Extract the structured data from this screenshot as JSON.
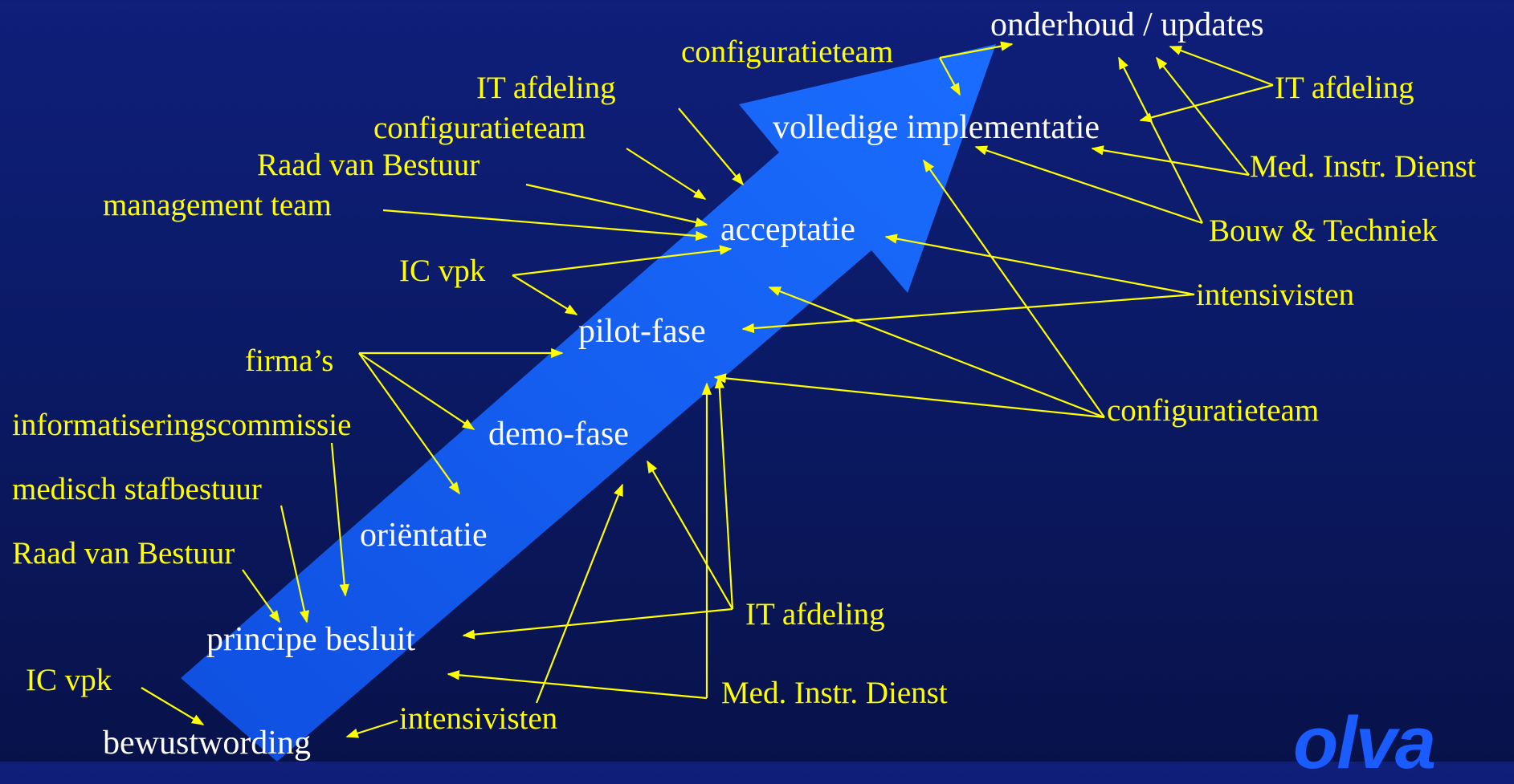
{
  "colors": {
    "arrow": "#1464ff",
    "arrow_gradient_end": "#2a7dff",
    "phase_text": "#ffffff",
    "actor_text": "#ffff00",
    "connector": "#ffff00",
    "background_top": "#0f1f7a",
    "background_bottom": "#08124a",
    "logo": "#1a5cff"
  },
  "phases": {
    "onderhoud": "onderhoud / updates",
    "volledige": "volledige implementatie",
    "acceptatie": "acceptatie",
    "pilot": "pilot-fase",
    "demo": "demo-fase",
    "orientatie": "oriëntatie",
    "principe": "principe besluit",
    "bewustwording": "bewustwording"
  },
  "actors": {
    "configuratieteam_top": "configuratieteam",
    "it_afdeling_upper_left": "IT afdeling",
    "configuratieteam_left": "configuratieteam",
    "raad_van_bestuur_upper": "Raad van Bestuur",
    "management_team": "management team",
    "ic_vpk_mid": "IC vpk",
    "firmas": "firma’s",
    "informatiseringscommissie": "informatiseringscommissie",
    "medisch_stafbestuur": "medisch stafbestuur",
    "raad_van_bestuur_lower": "Raad van Bestuur",
    "ic_vpk_bottom": "IC vpk",
    "intensivisten_bottom": "intensivisten",
    "it_afdeling_bottom": "IT afdeling",
    "med_instr_dienst_bottom": "Med. Instr. Dienst",
    "configuratieteam_right": "configuratieteam",
    "intensivisten_right": "intensivisten",
    "bouw_techniek": "Bouw & Techniek",
    "med_instr_dienst_right": "Med. Instr. Dienst",
    "it_afdeling_right": "IT afdeling"
  },
  "logo": {
    "text": "olva",
    "label": "olva-logo"
  }
}
